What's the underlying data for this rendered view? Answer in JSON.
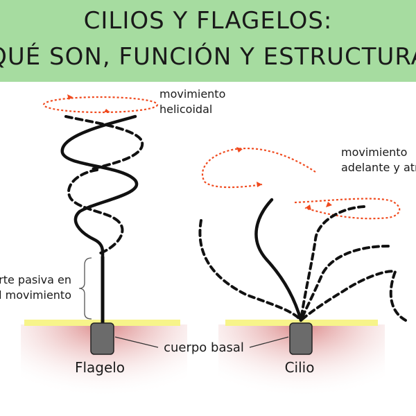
{
  "header": {
    "title_line1": "CILIOS Y FLAGELOS:",
    "title_line2": "¿QUÉ SON, FUNCIÓN Y ESTRUCTURA?"
  },
  "labels": {
    "helical_line1": "movimiento",
    "helical_line2": "helicoidal",
    "passive_line1": "Parte pasiva en",
    "passive_line2": "el movimiento",
    "basal_body": "cuerpo basal",
    "flagellum": "Flagelo",
    "back_forth_line1": "movimiento",
    "back_forth_line2": "adelante y atrás",
    "cilium": "Cilio"
  },
  "colors": {
    "banner": "#a6dca0",
    "arrow": "#f04a1e",
    "membrane": "#f7f48a",
    "cell": "#d98080",
    "basal_body": "#6b6b6b"
  }
}
